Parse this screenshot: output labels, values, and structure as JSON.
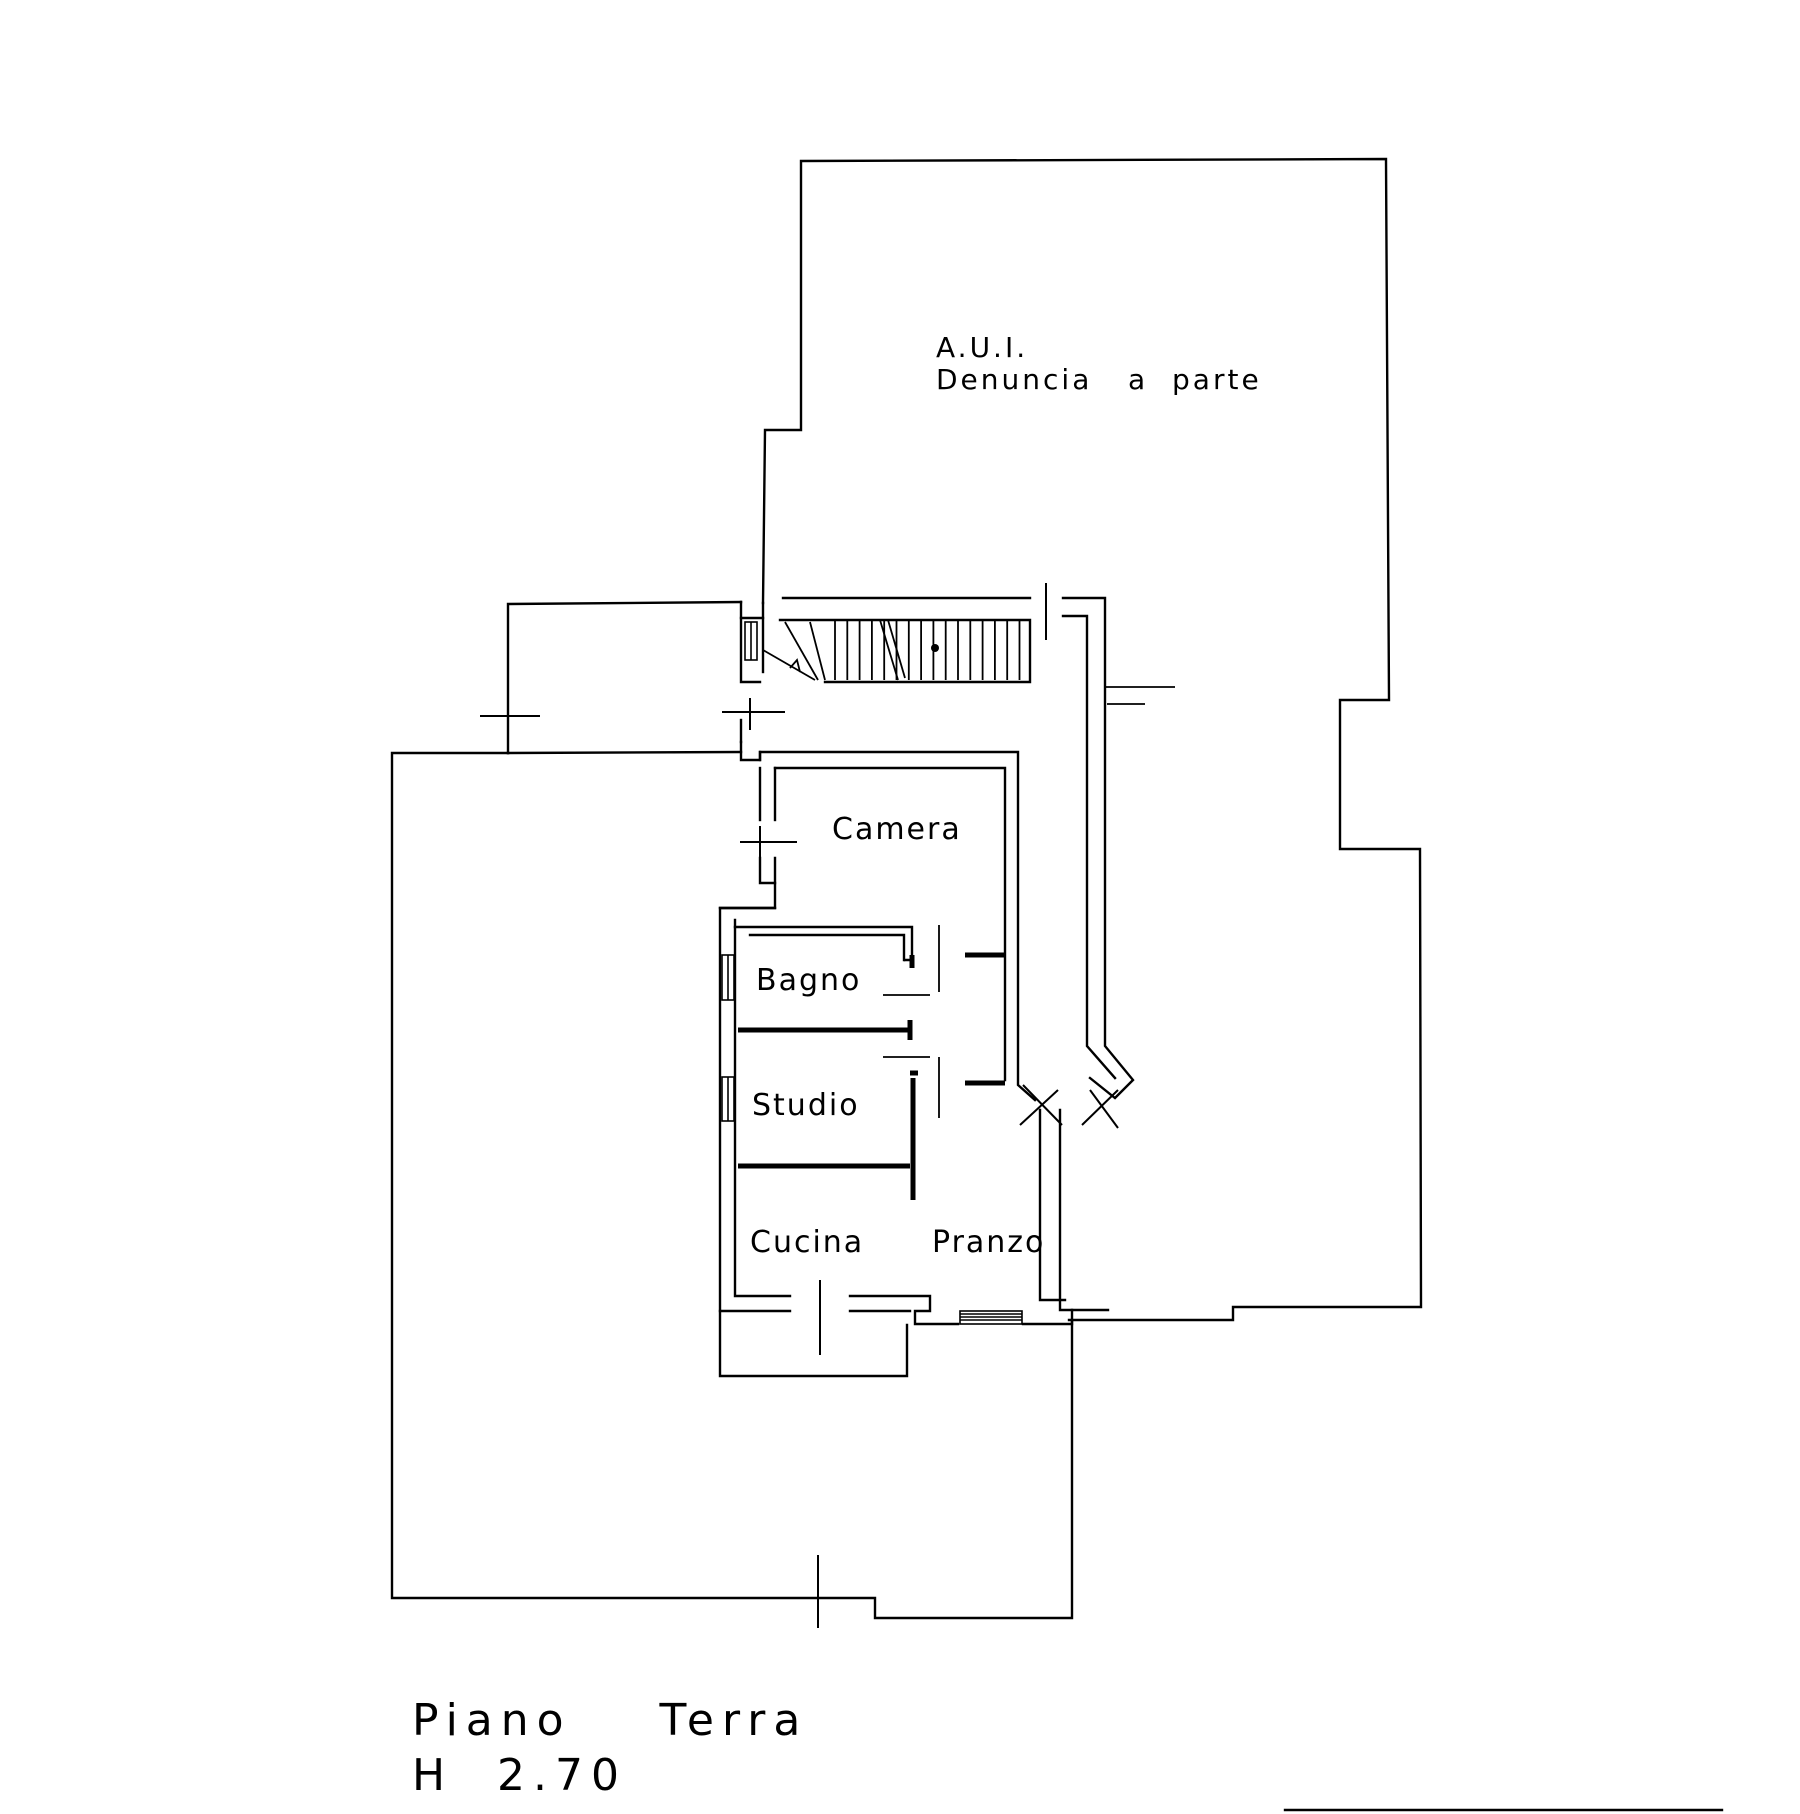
{
  "plan": {
    "annex": {
      "line1": "A.U.I.",
      "line2": "Denuncia   a  parte"
    },
    "rooms": {
      "camera": "Camera",
      "bagno": "Bagno",
      "studio": "Studio",
      "cucina": "Cucina",
      "pranzo": "Pranzo"
    },
    "floor": {
      "title": "Piano    Terra",
      "height": "H  2.70"
    }
  },
  "colors": {
    "ink": "#000000",
    "paper": "#ffffff"
  }
}
